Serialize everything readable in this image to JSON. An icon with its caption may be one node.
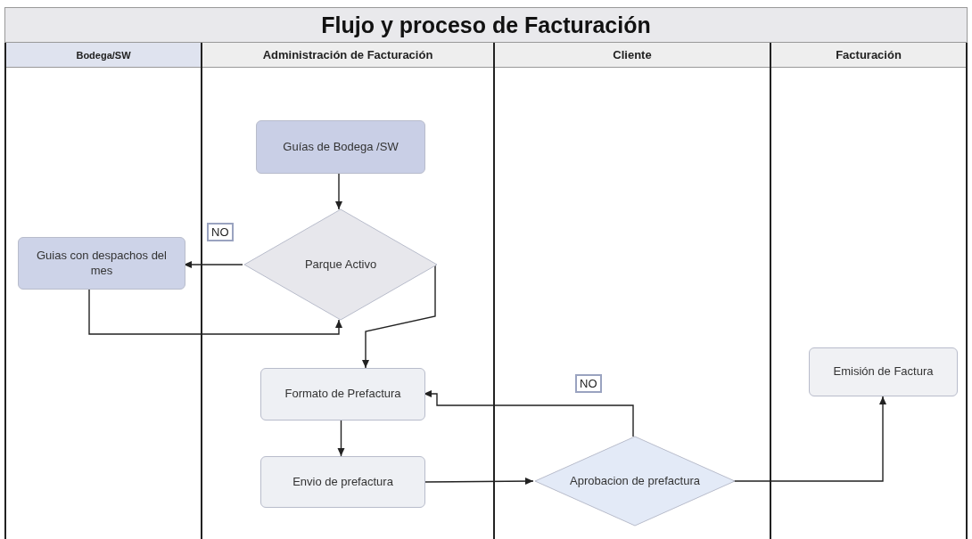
{
  "diagram": {
    "title": "Flujo y proceso de Facturación",
    "nodes": [
      {
        "text": [
          "Bodega/SW"
        ]
      },
      {
        "text": [
          "Administración de Facturación"
        ]
      },
      {
        "text": [
          "Cliente"
        ]
      },
      {
        "text": [
          "Facturación"
        ]
      },
      {
        "text": [
          "Guías de Bodega /SW"
        ],
        "in": 1
      },
      {
        "text": [
          "Parque Activo"
        ],
        "in": 1
      },
      {
        "text": [
          "Guias con despachos del mes"
        ],
        "in": 0
      },
      {
        "text": [
          "Formato de Prefactura"
        ],
        "in": 1
      },
      {
        "text": [
          "Envio de prefactura"
        ],
        "in": 1
      },
      {
        "text": [
          "Aprobacion de prefactura"
        ],
        "in": 2
      },
      {
        "text": [
          "Emisión de Factura"
        ],
        "in": 3
      }
    ],
    "edges": [
      {
        "from": 4,
        "to": 5,
        "arrow": "to"
      },
      {
        "from": 5,
        "to": 6,
        "arrow": "to",
        "label": "NO"
      },
      {
        "from": 6,
        "to": 5,
        "arrow": "to"
      },
      {
        "from": 5,
        "to": 7,
        "arrow": "to"
      },
      {
        "from": 7,
        "to": 8,
        "arrow": "to"
      },
      {
        "from": 8,
        "to": 9,
        "arrow": "to"
      },
      {
        "from": 9,
        "to": 7,
        "arrow": "to",
        "label": "NO"
      },
      {
        "from": 9,
        "to": 10,
        "arrow": "to"
      }
    ]
  }
}
